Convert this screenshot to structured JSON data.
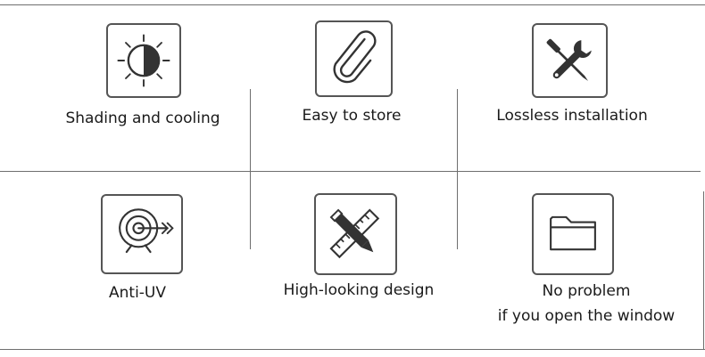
{
  "features": [
    {
      "label": "Shading and cooling",
      "icon": "sun-half-icon"
    },
    {
      "label": "Easy to store",
      "icon": "paperclip-icon"
    },
    {
      "label": "Lossless installation",
      "icon": "tools-icon"
    },
    {
      "label": "Anti-UV",
      "icon": "target-icon"
    },
    {
      "label": "High-looking design",
      "icon": "pencil-ruler-icon"
    },
    {
      "label_line1": "No problem",
      "label_line2": "if you open the window",
      "icon": "folder-icon"
    }
  ]
}
